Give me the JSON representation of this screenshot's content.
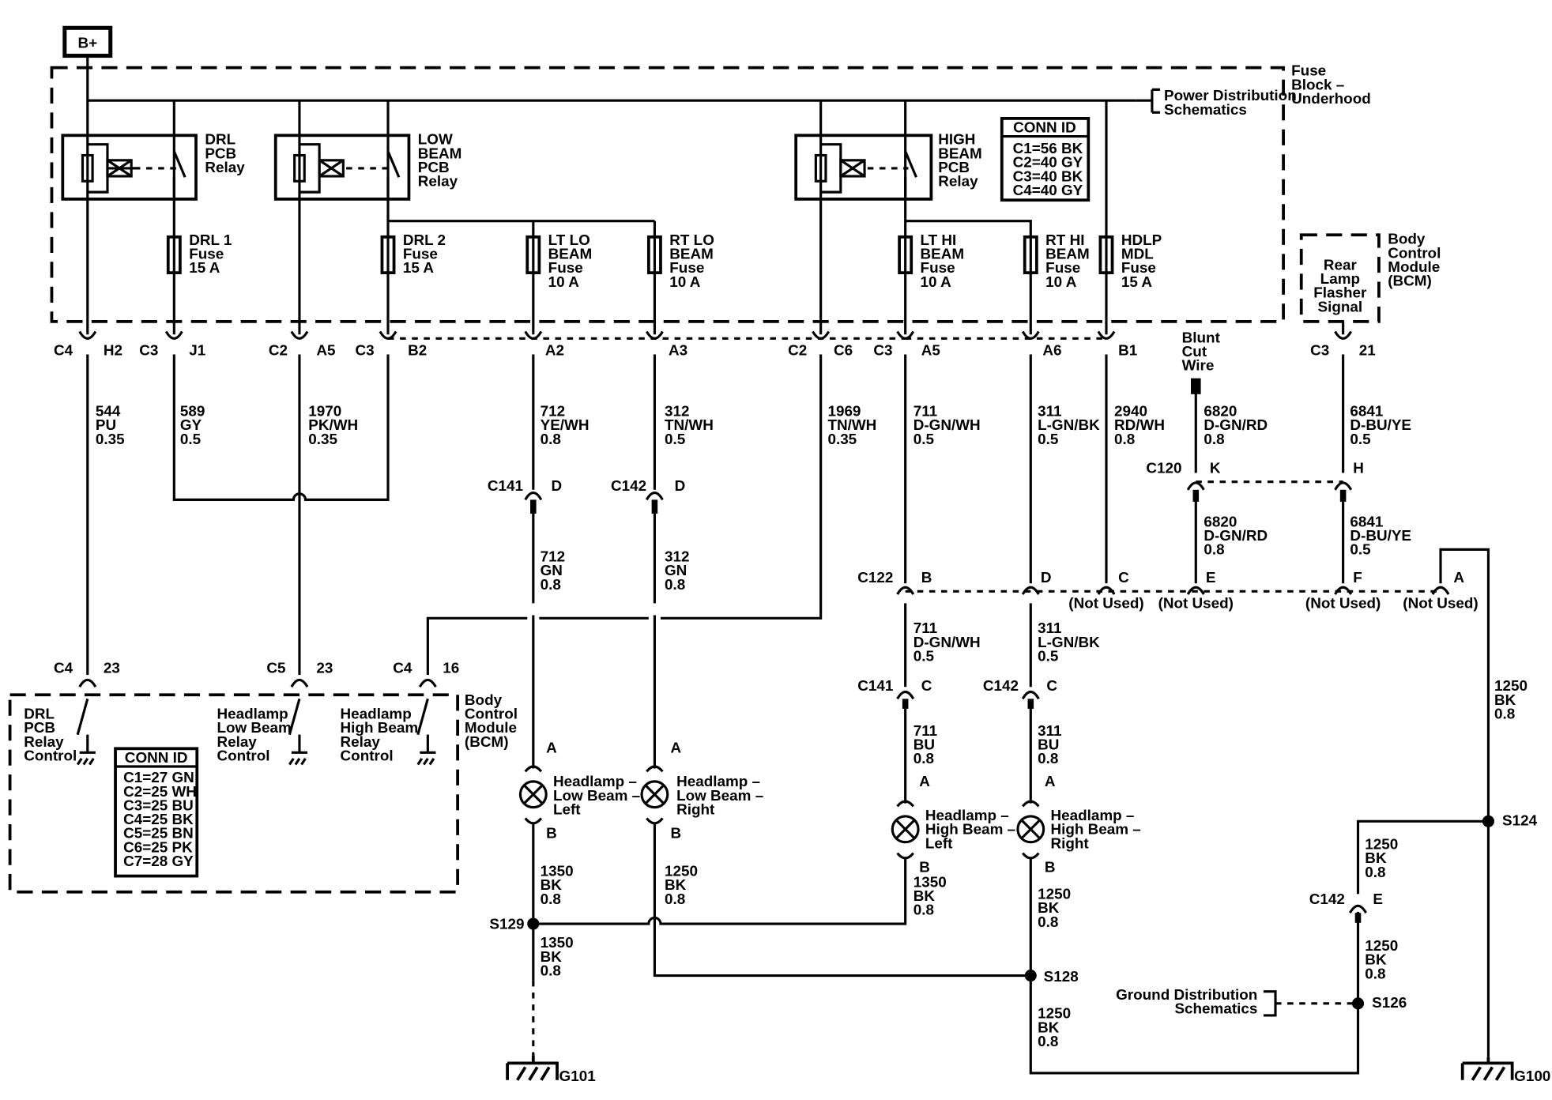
{
  "supply": "B+",
  "fuse_block": {
    "lines": [
      "Fuse",
      "Block –",
      "Underhood"
    ]
  },
  "power_ref": {
    "lines": [
      "Power Distribution",
      "Schematics"
    ]
  },
  "ground_ref": {
    "lines": [
      "Ground Distribution",
      "Schematics"
    ]
  },
  "relays": [
    {
      "lines": [
        "DRL",
        "PCB",
        "Relay"
      ]
    },
    {
      "lines": [
        "LOW",
        "BEAM",
        "PCB",
        "Relay"
      ]
    },
    {
      "lines": [
        "HIGH",
        "BEAM",
        "PCB",
        "Relay"
      ]
    }
  ],
  "conn_id_fuse": {
    "title": "CONN ID",
    "lines": [
      "C1=56 BK",
      "C2=40 GY",
      "C3=40 BK",
      "C4=40 GY"
    ]
  },
  "conn_id_bcm": {
    "title": "CONN ID",
    "lines": [
      "C1=27 GN",
      "C2=25 WH",
      "C3=25 BU",
      "C4=25 BK",
      "C5=25 BN",
      "C6=25 PK",
      "C7=28 GY"
    ]
  },
  "fuses": [
    {
      "lines": [
        "DRL 1",
        "Fuse",
        "15 A"
      ]
    },
    {
      "lines": [
        "DRL 2",
        "Fuse",
        "15 A"
      ]
    },
    {
      "lines": [
        "LT LO",
        "BEAM",
        "Fuse",
        "10 A"
      ]
    },
    {
      "lines": [
        "RT LO",
        "BEAM",
        "Fuse",
        "10 A"
      ]
    },
    {
      "lines": [
        "LT HI",
        "BEAM",
        "Fuse",
        "10 A"
      ]
    },
    {
      "lines": [
        "RT HI",
        "BEAM",
        "Fuse",
        "10 A"
      ]
    },
    {
      "lines": [
        "HDLP",
        "MDL",
        "Fuse",
        "15 A"
      ]
    }
  ],
  "bcm_right": {
    "lines": [
      "Body",
      "Control",
      "Module",
      "(BCM)"
    ],
    "inner": [
      "Rear",
      "Lamp",
      "Flasher",
      "Signal"
    ]
  },
  "bcm_bottom": {
    "lines": [
      "Body",
      "Control",
      "Module",
      "(BCM)"
    ]
  },
  "bcm_controls": [
    {
      "lines": [
        "DRL",
        "PCB",
        "Relay",
        "Control"
      ]
    },
    {
      "lines": [
        "Headlamp",
        "Low Beam",
        "Relay",
        "Control"
      ]
    },
    {
      "lines": [
        "Headlamp",
        "High Beam",
        "Relay",
        "Control"
      ]
    }
  ],
  "blunt_cut": {
    "lines": [
      "Blunt",
      "Cut",
      "Wire"
    ]
  },
  "connectors": {
    "c4": "C4",
    "h2": "H2",
    "c3": "C3",
    "j1": "J1",
    "c2": "C2",
    "a5": "A5",
    "b2": "B2",
    "a2": "A2",
    "a3": "A3",
    "c6": "C6",
    "a6": "A6",
    "b1": "B1",
    "n21": "21",
    "c141": "C141",
    "c142": "C142",
    "d": "D",
    "c120": "C120",
    "k": "K",
    "h": "H",
    "c122": "C122",
    "b": "B",
    "c": "C",
    "e": "E",
    "f": "F",
    "a": "A",
    "c5": "C5",
    "n23": "23",
    "n16": "16"
  },
  "not_used": "(Not Used)",
  "wires": [
    {
      "lines": [
        "544",
        "PU",
        "0.35"
      ]
    },
    {
      "lines": [
        "589",
        "GY",
        "0.5"
      ]
    },
    {
      "lines": [
        "1970",
        "PK/WH",
        "0.35"
      ]
    },
    {
      "lines": [
        "712",
        "YE/WH",
        "0.8"
      ]
    },
    {
      "lines": [
        "312",
        "TN/WH",
        "0.5"
      ]
    },
    {
      "lines": [
        "1969",
        "TN/WH",
        "0.35"
      ]
    },
    {
      "lines": [
        "711",
        "D-GN/WH",
        "0.5"
      ]
    },
    {
      "lines": [
        "311",
        "L-GN/BK",
        "0.5"
      ]
    },
    {
      "lines": [
        "2940",
        "RD/WH",
        "0.8"
      ]
    },
    {
      "lines": [
        "6820",
        "D-GN/RD",
        "0.8"
      ]
    },
    {
      "lines": [
        "6841",
        "D-BU/YE",
        "0.5"
      ]
    },
    {
      "lines": [
        "712",
        "GN",
        "0.8"
      ]
    },
    {
      "lines": [
        "312",
        "GN",
        "0.8"
      ]
    },
    {
      "lines": [
        "6820",
        "D-GN/RD",
        "0.8"
      ]
    },
    {
      "lines": [
        "6841",
        "D-BU/YE",
        "0.5"
      ]
    },
    {
      "lines": [
        "711",
        "D-GN/WH",
        "0.5"
      ]
    },
    {
      "lines": [
        "311",
        "L-GN/BK",
        "0.5"
      ]
    },
    {
      "lines": [
        "1250",
        "BK",
        "0.8"
      ]
    },
    {
      "lines": [
        "711",
        "BU",
        "0.8"
      ]
    },
    {
      "lines": [
        "311",
        "BU",
        "0.8"
      ]
    },
    {
      "lines": [
        "1350",
        "BK",
        "0.8"
      ]
    },
    {
      "lines": [
        "1250",
        "BK",
        "0.8"
      ]
    },
    {
      "lines": [
        "1350",
        "BK",
        "0.8"
      ]
    },
    {
      "lines": [
        "1250",
        "BK",
        "0.8"
      ]
    },
    {
      "lines": [
        "1350",
        "BK",
        "0.8"
      ]
    },
    {
      "lines": [
        "1250",
        "BK",
        "0.8"
      ]
    },
    {
      "lines": [
        "1250",
        "BK",
        "0.8"
      ]
    },
    {
      "lines": [
        "1250",
        "BK",
        "0.8"
      ]
    }
  ],
  "lamps": [
    {
      "lines": [
        "Headlamp –",
        "Low Beam –",
        "Left"
      ]
    },
    {
      "lines": [
        "Headlamp –",
        "Low Beam –",
        "Right"
      ]
    },
    {
      "lines": [
        "Headlamp –",
        "High Beam –",
        "Left"
      ]
    },
    {
      "lines": [
        "Headlamp –",
        "High Beam –",
        "Right"
      ]
    }
  ],
  "splices": {
    "s129": "S129",
    "s128": "S128",
    "s124": "S124",
    "s126": "S126"
  },
  "grounds": {
    "g101": "G101",
    "g100": "G100"
  }
}
